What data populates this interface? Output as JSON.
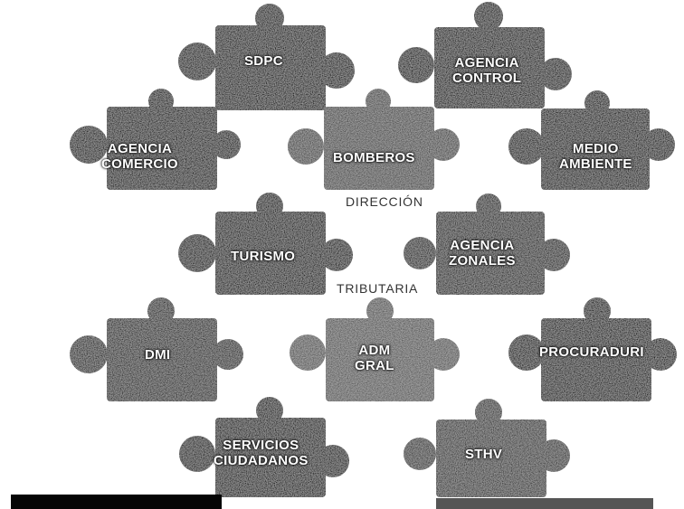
{
  "diagram": {
    "center": {
      "top_text": "DIRECCIÓN",
      "bottom_text": "TRIBUTARIA"
    },
    "pieces": [
      {
        "id": "sdpc",
        "lines": [
          "SDPC"
        ],
        "shade": "#1e1e1e"
      },
      {
        "id": "agencia-control",
        "lines": [
          "AGENCIA",
          "CONTROL"
        ],
        "shade": "#1a1a1a"
      },
      {
        "id": "agencia-comercio",
        "lines": [
          "AGENCIA",
          "COMERCIO"
        ],
        "shade": "#1c1c1c"
      },
      {
        "id": "bomberos",
        "lines": [
          "BOMBEROS"
        ],
        "shade": "#4e4e4e"
      },
      {
        "id": "medio-ambiente",
        "lines": [
          "MEDIO",
          "AMBIENTE"
        ],
        "shade": "#1b1b1b"
      },
      {
        "id": "turismo",
        "lines": [
          "TURISMO"
        ],
        "shade": "#1e1e1e"
      },
      {
        "id": "agencia-zonales",
        "lines": [
          "AGENCIA",
          "ZONALES"
        ],
        "shade": "#2a2a2a"
      },
      {
        "id": "dmi",
        "lines": [
          "DMI"
        ],
        "shade": "#2e2e2e"
      },
      {
        "id": "adm-gral",
        "lines": [
          "ADM",
          "GRAL"
        ],
        "shade": "#5a5a5a"
      },
      {
        "id": "procuraduria",
        "lines": [
          "PROCURADURI"
        ],
        "shade": "#1c1c1c"
      },
      {
        "id": "servicios-ciudadanos",
        "lines": [
          "SERVICIOS",
          "CIUDADANOS"
        ],
        "shade": "#1d1d1d"
      },
      {
        "id": "sthv",
        "lines": [
          "STHV"
        ],
        "shade": "#3a3a3a"
      }
    ]
  }
}
